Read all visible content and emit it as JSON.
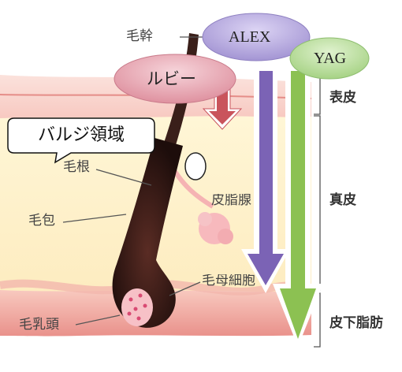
{
  "lasers": {
    "alex": "ALEX",
    "yag": "YAG",
    "ruby": "ルビー"
  },
  "labels": {
    "hair_shaft": "毛幹",
    "hair_root": "毛根",
    "hair_follicle": "毛包",
    "sebaceous_gland": "皮脂腺",
    "hair_matrix": "毛母細胞",
    "dermal_papilla": "毛乳頭",
    "bulge_region": "バルジ領域"
  },
  "layers": {
    "epidermis": "表皮",
    "dermis": "真皮",
    "subcutaneous": "皮下脂肪"
  },
  "colors": {
    "alex_ellipse": "#a79ad6",
    "yag_ellipse": "#a9d68a",
    "ruby_ellipse": "#e39aa8",
    "alex_arrow": "#7b63b5",
    "yag_arrow": "#8cc152",
    "ruby_arrow": "#c9545c",
    "hair": "#3a1f1a",
    "epidermis": "#f3b9b1",
    "dermis": "#fdf1c7",
    "subcutaneous": "#f0a9a2"
  }
}
